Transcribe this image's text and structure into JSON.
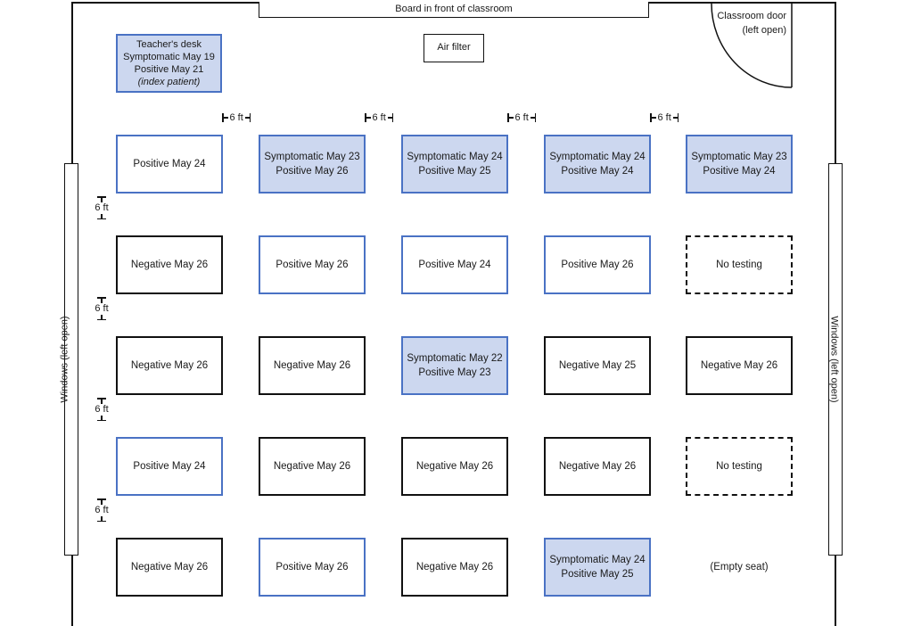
{
  "board_label": "Board in front of classroom",
  "air_filter_label": "Air filter",
  "door": {
    "line1": "Classroom door",
    "line2": "(left open)"
  },
  "windows_left_label": "Windows (left open)",
  "windows_right_label": "Windows (left open)",
  "distance_label": "6 ft",
  "teacher_desk": {
    "line1": "Teacher's desk",
    "line2": "Symptomatic  May 19",
    "line3": "Positive  May 21",
    "line4": "(index patient)"
  },
  "rows": [
    [
      {
        "type": "positive",
        "lines": [
          "Positive  May 24"
        ]
      },
      {
        "type": "symptomatic",
        "lines": [
          "Symptomatic  May 23",
          "Positive  May 26"
        ]
      },
      {
        "type": "symptomatic",
        "lines": [
          "Symptomatic  May 24",
          "Positive  May 25"
        ]
      },
      {
        "type": "symptomatic",
        "lines": [
          "Symptomatic  May 24",
          "Positive  May 24"
        ]
      },
      {
        "type": "symptomatic",
        "lines": [
          "Symptomatic  May 23",
          "Positive  May 24"
        ]
      }
    ],
    [
      {
        "type": "negative",
        "lines": [
          "Negative  May 26"
        ]
      },
      {
        "type": "positive",
        "lines": [
          "Positive  May 26"
        ]
      },
      {
        "type": "positive",
        "lines": [
          "Positive  May 24"
        ]
      },
      {
        "type": "positive",
        "lines": [
          "Positive  May 26"
        ]
      },
      {
        "type": "notest",
        "lines": [
          "No testing"
        ]
      }
    ],
    [
      {
        "type": "negative",
        "lines": [
          "Negative  May 26"
        ]
      },
      {
        "type": "negative",
        "lines": [
          "Negative  May 26"
        ]
      },
      {
        "type": "symptomatic",
        "lines": [
          "Symptomatic  May 22",
          "Positive  May 23"
        ]
      },
      {
        "type": "negative",
        "lines": [
          "Negative  May 25"
        ]
      },
      {
        "type": "negative",
        "lines": [
          "Negative  May 26"
        ]
      }
    ],
    [
      {
        "type": "positive",
        "lines": [
          "Positive  May 24"
        ]
      },
      {
        "type": "negative",
        "lines": [
          "Negative  May 26"
        ]
      },
      {
        "type": "negative",
        "lines": [
          "Negative  May 26"
        ]
      },
      {
        "type": "negative",
        "lines": [
          "Negative  May 26"
        ]
      },
      {
        "type": "notest",
        "lines": [
          "No testing"
        ]
      }
    ],
    [
      {
        "type": "negative",
        "lines": [
          "Negative  May 26"
        ]
      },
      {
        "type": "positive",
        "lines": [
          "Positive  May 26"
        ]
      },
      {
        "type": "negative",
        "lines": [
          "Negative  May 26"
        ]
      },
      {
        "type": "symptomatic",
        "lines": [
          "Symptomatic  May 24",
          "Positive  May 25"
        ]
      },
      {
        "type": "empty",
        "lines": [
          "(Empty seat)"
        ]
      }
    ]
  ],
  "colors": {
    "infected_border": "#4a72c4",
    "symptomatic_fill": "#ccd7ef",
    "negative_border": "#111111"
  }
}
